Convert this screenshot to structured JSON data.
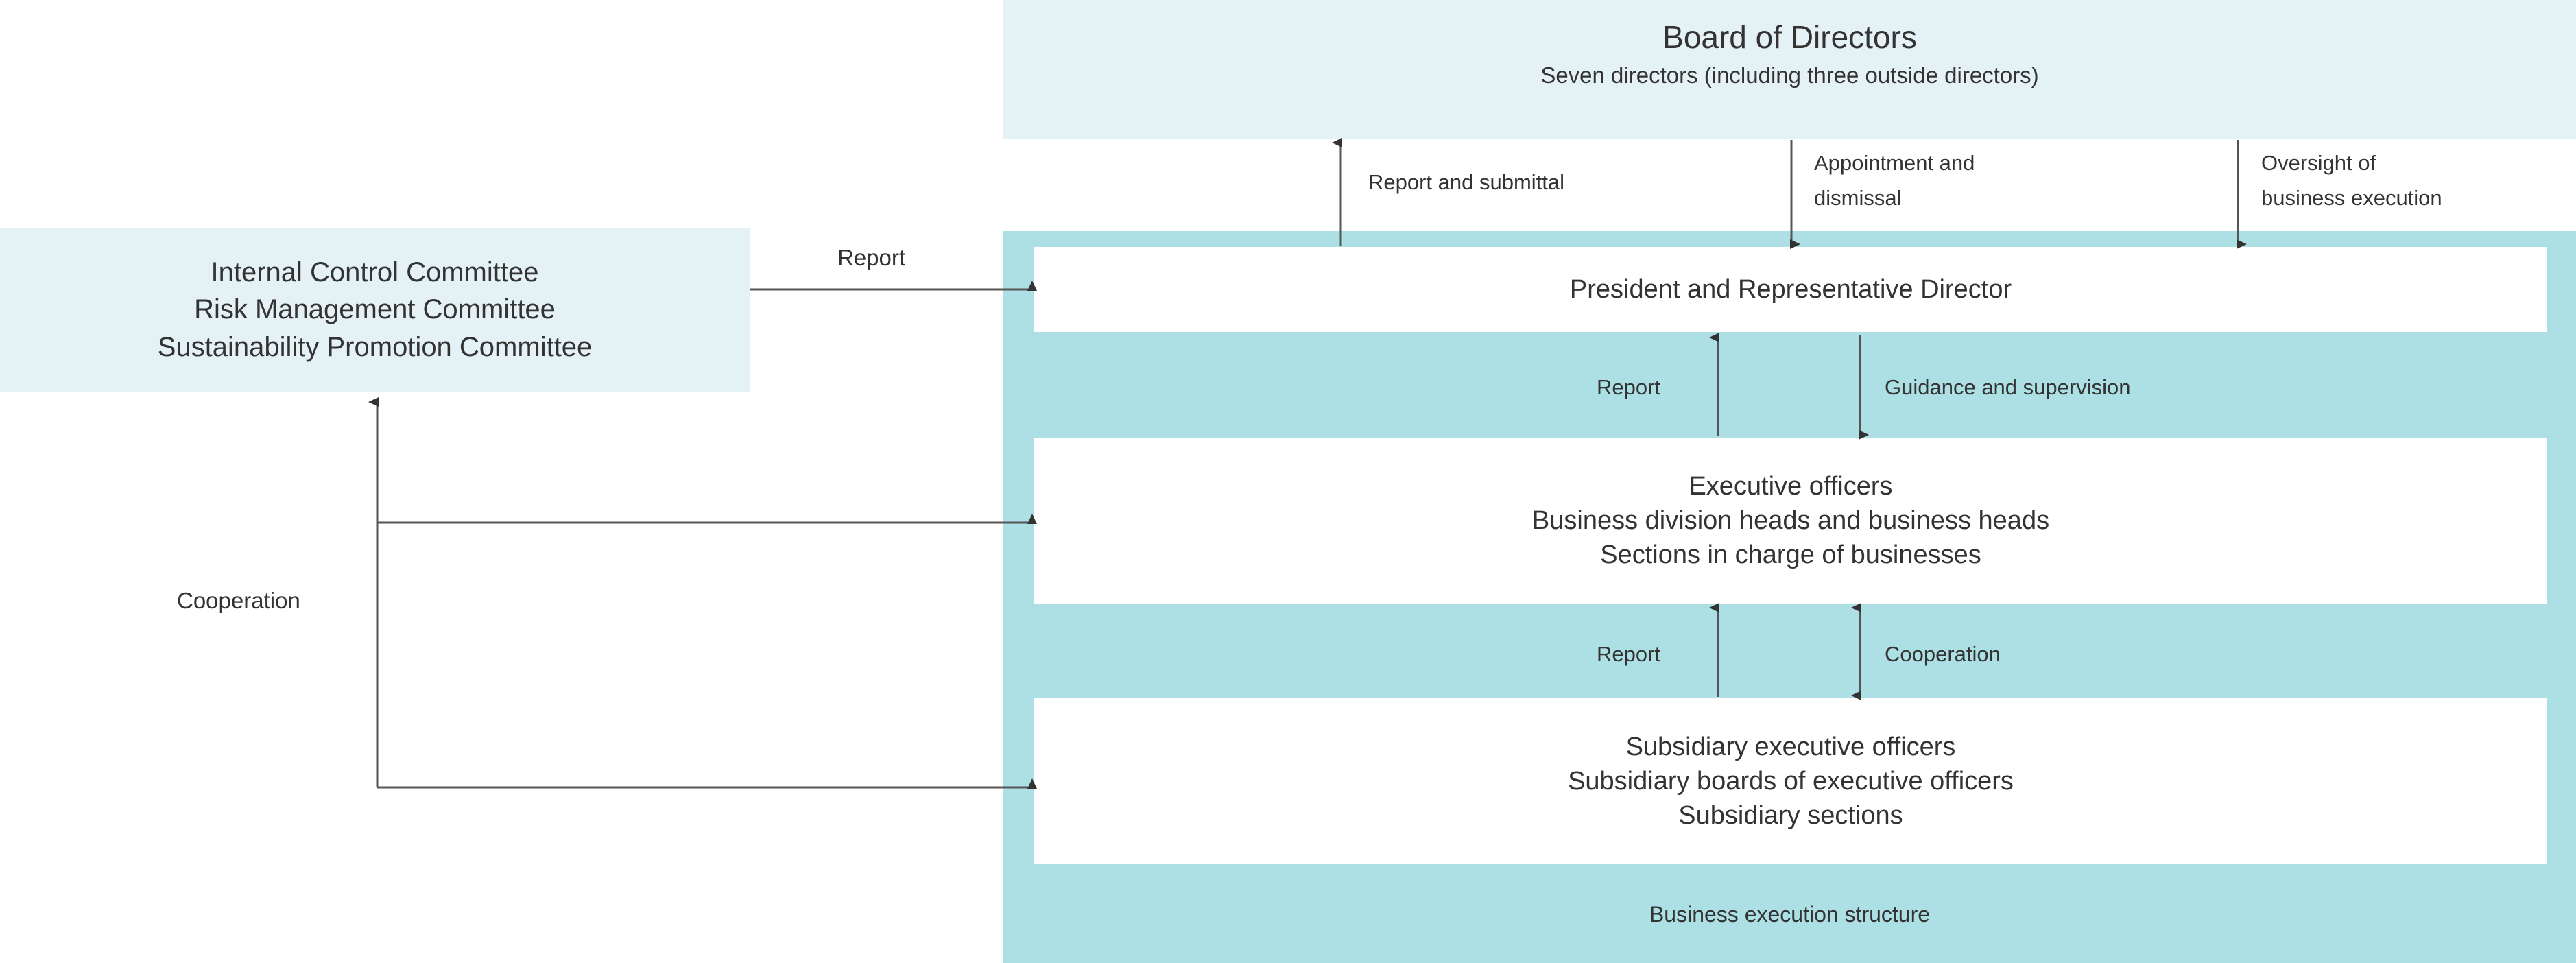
{
  "diagram": {
    "title_block": {
      "title": "Board of Directors",
      "subtitle": "Seven directors (including three outside directors)"
    },
    "execution_panel": {
      "caption": "Business execution structure",
      "boxes": [
        {
          "id": "president",
          "lines": [
            "President and Representative Director"
          ]
        },
        {
          "id": "executive",
          "lines": [
            "Executive officers",
            "Business division heads and business heads",
            "Sections in charge of businesses"
          ]
        },
        {
          "id": "subsidiary",
          "lines": [
            "Subsidiary executive officers",
            "Subsidiary boards of executive officers",
            "Subsidiary sections"
          ]
        }
      ]
    },
    "committee_box": {
      "lines": [
        "Internal Control Committee",
        "Risk Management Committee",
        "Sustainability Promotion Committee"
      ]
    },
    "edge_labels": {
      "report_and_submittal": "Report and submittal",
      "appointment_line1": "Appointment and",
      "appointment_line2": "dismissal",
      "oversight_line1": "Oversight of",
      "oversight_line2": "business execution",
      "report_committee": "Report",
      "report_president": "Report",
      "guidance_and_supervision": "Guidance and supervision",
      "report_subsidiary": "Report",
      "cooperation_right": "Cooperation",
      "cooperation_left": "Cooperation"
    },
    "colors": {
      "board_panel": "#e4f1f5",
      "execution_panel": "#ade0e4",
      "box_fill": "#ffffff",
      "text": "#333333",
      "edge": "#555555"
    }
  }
}
